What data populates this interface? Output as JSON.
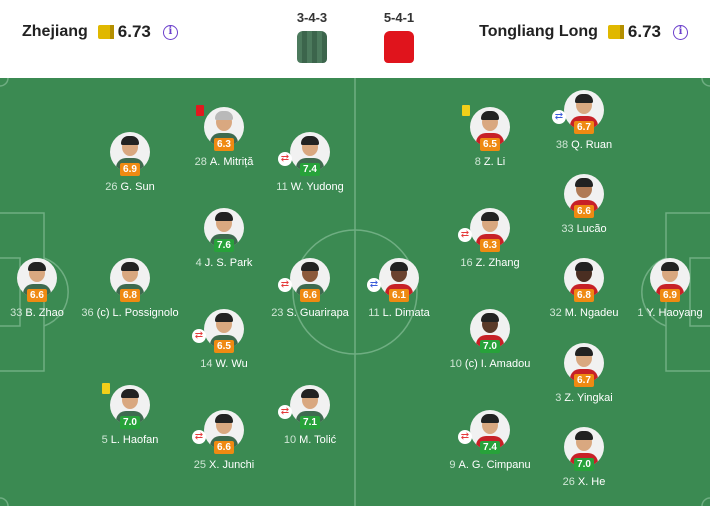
{
  "home": {
    "name": "Zhejiang",
    "rating": "6.73",
    "formation": "3-4-3",
    "shirt_color": "#4c7a5d"
  },
  "away": {
    "name": "Tongliang Long",
    "rating": "6.73",
    "formation": "5-4-1",
    "shirt_color": "#e0141c"
  },
  "info_icon": "i",
  "home_players": [
    {
      "num": "33",
      "name": "B. Zhao",
      "rating": "6.6",
      "rating_color": "orange"
    },
    {
      "num": "26",
      "name": "G. Sun",
      "rating": "6.9",
      "rating_color": "orange"
    },
    {
      "num": "36",
      "name": "(c) L. Possignolo",
      "rating": "6.8",
      "rating_color": "orange"
    },
    {
      "num": "5",
      "name": "L. Haofan",
      "rating": "7.0",
      "rating_color": "green"
    },
    {
      "num": "28",
      "name": "A. Mitriță",
      "rating": "6.3",
      "rating_color": "orange"
    },
    {
      "num": "4",
      "name": "J. S. Park",
      "rating": "7.6",
      "rating_color": "green"
    },
    {
      "num": "14",
      "name": "W. Wu",
      "rating": "6.5",
      "rating_color": "orange"
    },
    {
      "num": "25",
      "name": "X. Junchi",
      "rating": "6.6",
      "rating_color": "orange"
    },
    {
      "num": "11",
      "name": "W. Yudong",
      "rating": "7.4",
      "rating_color": "green"
    },
    {
      "num": "23",
      "name": "S. Guarirapa",
      "rating": "6.6",
      "rating_color": "orange"
    },
    {
      "num": "10",
      "name": "M. Tolić",
      "rating": "7.1",
      "rating_color": "green"
    }
  ],
  "away_players": [
    {
      "num": "11",
      "name": "L. Dimata",
      "rating": "6.1",
      "rating_color": "orange"
    },
    {
      "num": "8",
      "name": "Z. Li",
      "rating": "6.5",
      "rating_color": "orange"
    },
    {
      "num": "16",
      "name": "Z. Zhang",
      "rating": "6.3",
      "rating_color": "orange"
    },
    {
      "num": "10",
      "name": "(c) I. Amadou",
      "rating": "7.0",
      "rating_color": "green"
    },
    {
      "num": "9",
      "name": "A. G. Cimpanu",
      "rating": "7.4",
      "rating_color": "green"
    },
    {
      "num": "38",
      "name": "Q. Ruan",
      "rating": "6.7",
      "rating_color": "orange"
    },
    {
      "num": "33",
      "name": "Lucão",
      "rating": "6.6",
      "rating_color": "orange"
    },
    {
      "num": "32",
      "name": "M. Ngadeu",
      "rating": "6.8",
      "rating_color": "orange"
    },
    {
      "num": "3",
      "name": "Z. Yingkai",
      "rating": "6.7",
      "rating_color": "orange"
    },
    {
      "num": "26",
      "name": "X. He",
      "rating": "7.0",
      "rating_color": "green"
    },
    {
      "num": "1",
      "name": "Y. Haoyang",
      "rating": "6.9",
      "rating_color": "orange"
    }
  ]
}
